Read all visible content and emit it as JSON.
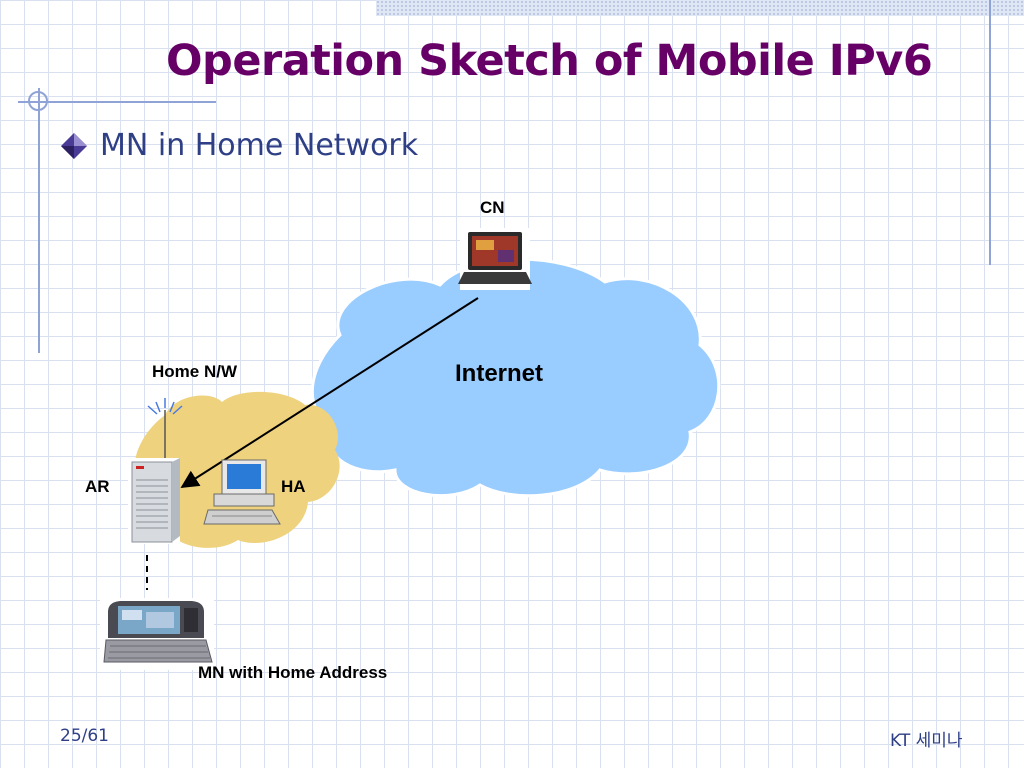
{
  "slide": {
    "title": "Operation Sketch of Mobile IPv6",
    "bullet": "MN in Home Network"
  },
  "diagram": {
    "labels": {
      "cn": "CN",
      "internet": "Internet",
      "home_network": "Home N/W",
      "ar": "AR",
      "ha": "HA",
      "mn": "MN with Home Address"
    },
    "colors": {
      "internet_cloud": "#99ccff",
      "home_cloud": "#eed27e",
      "title": "#660066",
      "text_blue": "#2e3f86"
    },
    "icons": [
      "laptop-icon",
      "router-tower-icon",
      "desktop-computer-icon",
      "handheld-communicator-icon",
      "antenna-signal-icon"
    ]
  },
  "footer": {
    "page": "25/61",
    "org": "KT 세미나"
  }
}
